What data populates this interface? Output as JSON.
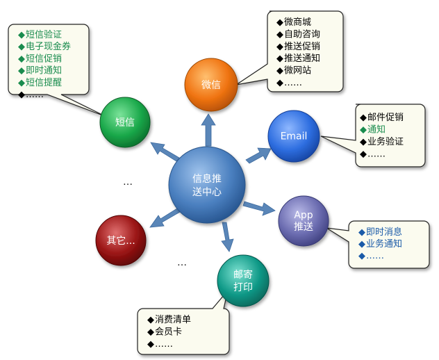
{
  "center": {
    "lines": [
      "信息推",
      "送中心"
    ]
  },
  "nodes": {
    "sms": {
      "lines": [
        "短信"
      ]
    },
    "wechat": {
      "lines": [
        "微信"
      ]
    },
    "email": {
      "lines": [
        "Email"
      ]
    },
    "app": {
      "lines": [
        "App",
        "推送"
      ]
    },
    "mail": {
      "lines": [
        "邮寄",
        "打印"
      ]
    },
    "other": {
      "lines": [
        "其它..."
      ]
    }
  },
  "bubbles": {
    "sms": [
      "短信验证",
      "电子现金券",
      "短信促销",
      "即时通知",
      "短信提醒",
      "……"
    ],
    "wechat": [
      "微商城",
      "自助咨询",
      "推送促销",
      "推送通知",
      "微网站",
      "……"
    ],
    "email": [
      "邮件促销",
      "通知",
      "业务验证",
      "……"
    ],
    "app": [
      "即时消息",
      "业务通知",
      "……"
    ],
    "mail": [
      "消费清单",
      "会员卡",
      "……"
    ]
  },
  "ellipses": [
    "…",
    "…"
  ],
  "colors": {
    "center": "#4a7fbf",
    "sms": "#1aa84a",
    "wechat": "#f07412",
    "email": "#2e6ee0",
    "app": "#6b6cb0",
    "mail": "#119a88",
    "other": "#9a1414",
    "bullet": "#000000",
    "green_text": "#1a8c4e",
    "blue_text": "#1a5aa8",
    "bubble_fill": "#fbfbef",
    "arrow": "#5a86b8"
  }
}
